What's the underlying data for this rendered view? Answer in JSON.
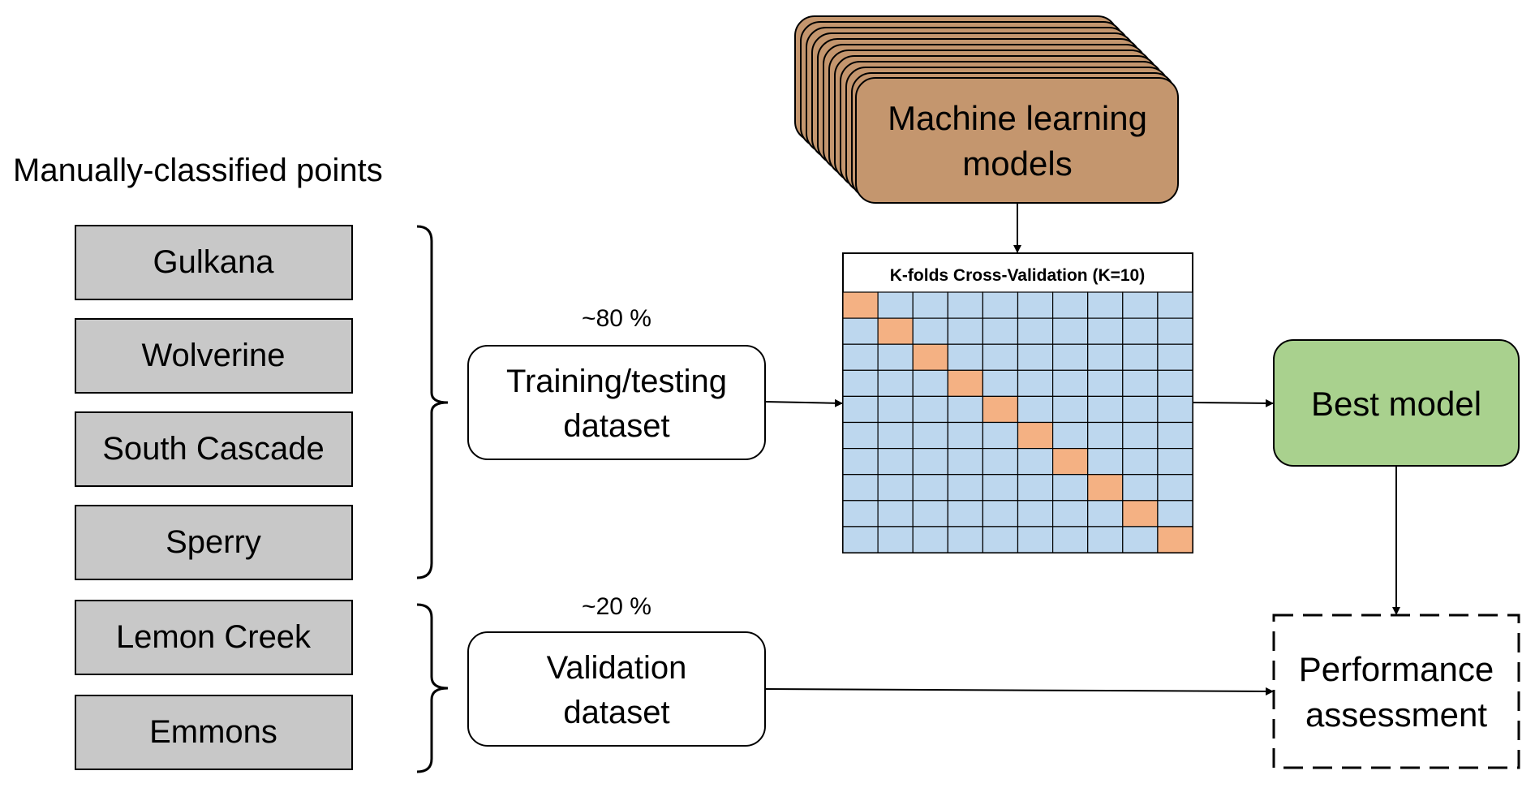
{
  "title": "Manually-classified points",
  "glaciers": {
    "training": [
      "Gulkana",
      "Wolverine",
      "South Cascade",
      "Sperry"
    ],
    "validation": [
      "Lemon Creek",
      "Emmons"
    ]
  },
  "split": {
    "training_pct": "~80 %",
    "validation_pct": "~20 %"
  },
  "nodes": {
    "training_dataset": [
      "Training/testing",
      "dataset"
    ],
    "validation_dataset": [
      "Validation",
      "dataset"
    ],
    "ml_models": [
      "Machine learning",
      "models"
    ],
    "kfold_title": "K-folds Cross-Validation (K=10)",
    "best_model": "Best model",
    "performance": [
      "Performance",
      "assessment"
    ]
  },
  "kfold": {
    "k": 10
  },
  "colors": {
    "glacier_fill": "#c8c8c8",
    "ml_fill": "#c4966e",
    "grid_fill": "#bdd7ee",
    "fold_fill": "#f4b183",
    "best_fill": "#a9d18e"
  }
}
